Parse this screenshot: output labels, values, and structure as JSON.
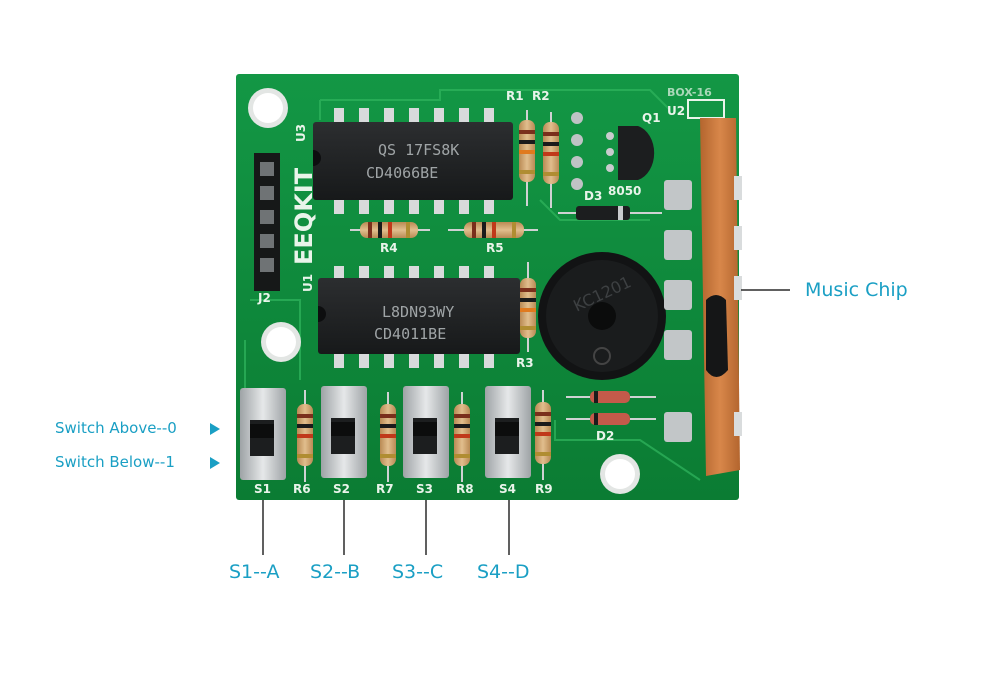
{
  "board": {
    "brand": "EEQKIT",
    "model": "BOX-16",
    "chips": [
      {
        "ref": "U3",
        "line1": "QS 17FS8K",
        "line2": "CD4066BE"
      },
      {
        "ref": "U1",
        "line1": "L8DN93WY",
        "line2": "CD4011BE"
      }
    ],
    "buzzer_text": "KC1201",
    "transistor": {
      "ref": "Q1",
      "part": "8050"
    },
    "components": {
      "r1": "R1",
      "r2": "R2",
      "r3": "R3",
      "r4": "R4",
      "r5": "R5",
      "r6": "R6",
      "r7": "R7",
      "r8": "R8",
      "r9": "R9",
      "d2": "D2",
      "d3": "D3",
      "u2": "U2",
      "j2": "J2",
      "s1": "S1",
      "s2": "S2",
      "s3": "S3",
      "s4": "S4"
    },
    "colors": {
      "pcb": "#0e8a3a",
      "accent": "#1a9fc4"
    }
  },
  "callouts": {
    "music_chip": "Music Chip",
    "switch_above": "Switch Above--0",
    "switch_below": "Switch Below--1",
    "switches": [
      "S1--A",
      "S2--B",
      "S3--C",
      "S4--D"
    ]
  }
}
